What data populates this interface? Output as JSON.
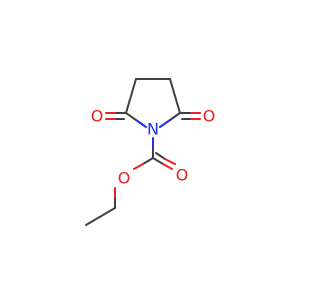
{
  "molecule": {
    "atoms": {
      "n1": {
        "symbol": "N",
        "color": "#1f2ef0"
      },
      "o_left": {
        "symbol": "O",
        "color": "#e8201f"
      },
      "o_right": {
        "symbol": "O",
        "color": "#e8201f"
      },
      "o_carbonyl": {
        "symbol": "O",
        "color": "#e8201f"
      },
      "o_ester": {
        "symbol": "O",
        "color": "#e8201f"
      }
    },
    "bond_color": "#404040"
  }
}
